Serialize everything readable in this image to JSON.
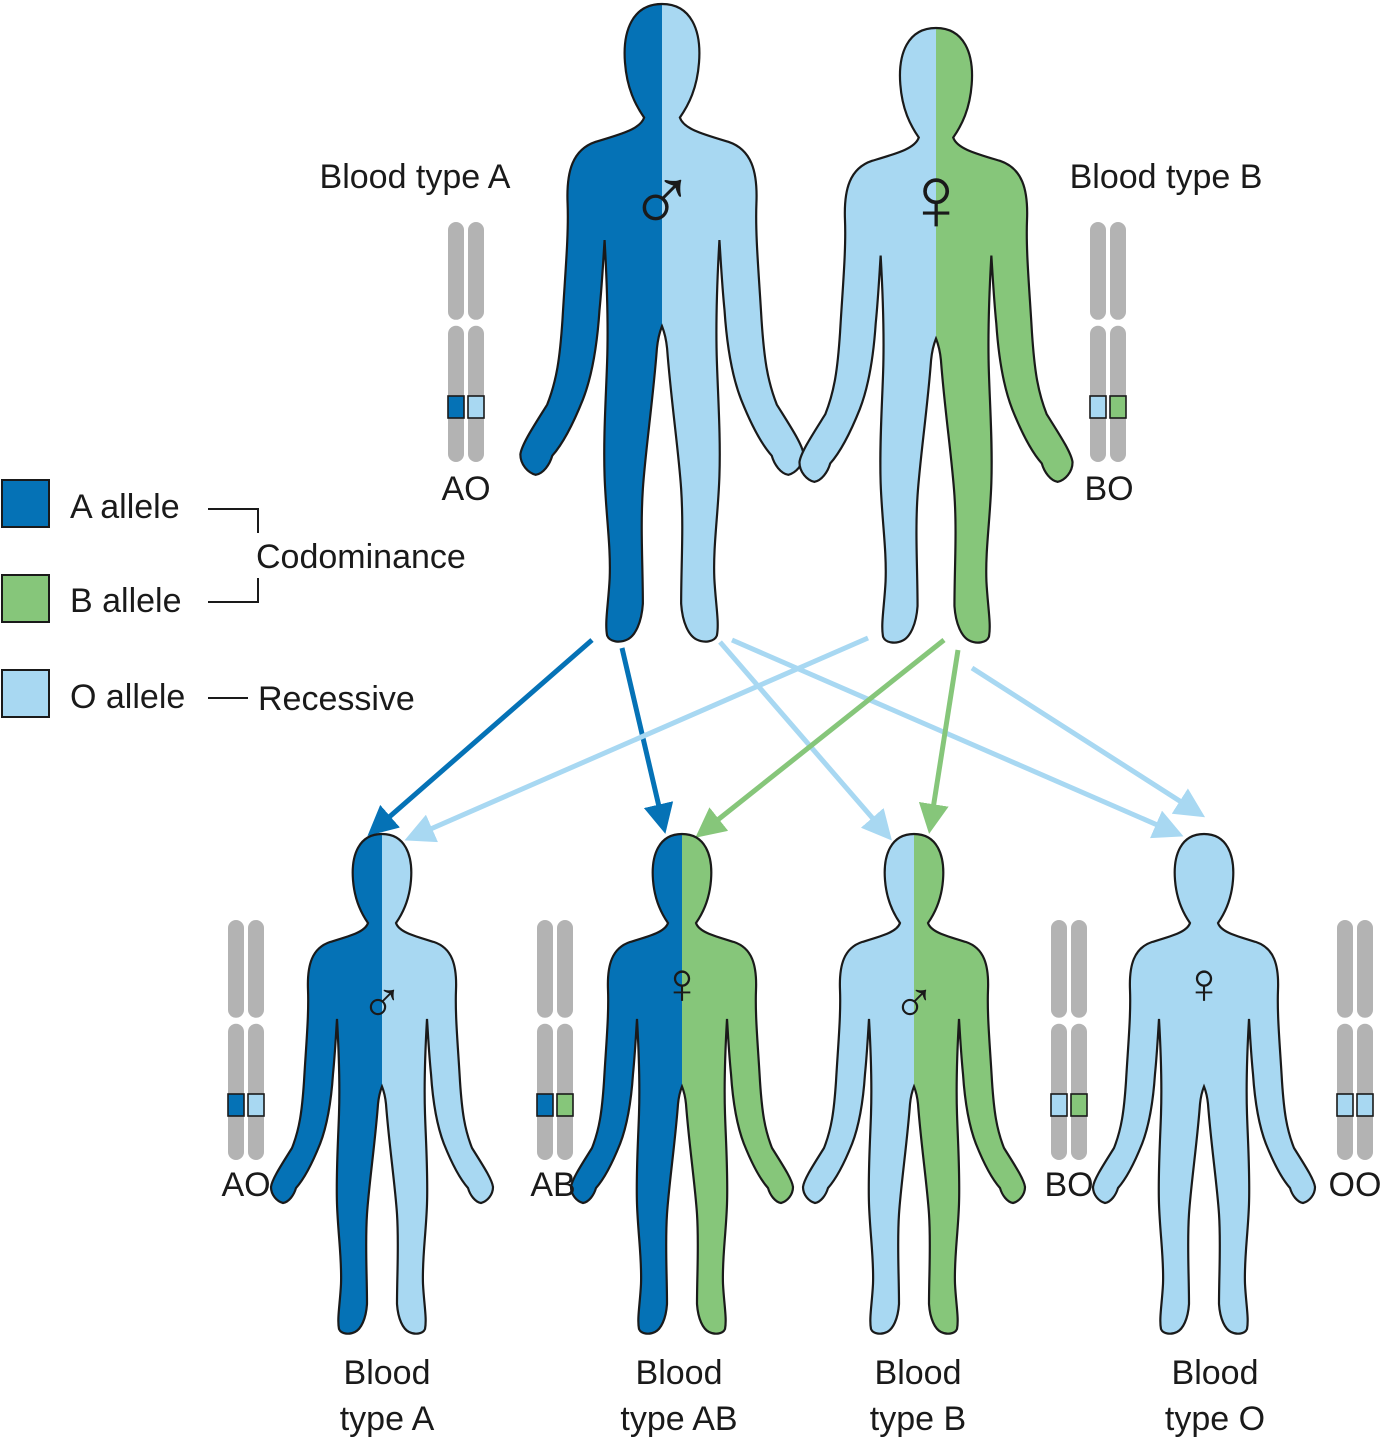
{
  "colors": {
    "a_allele": "#0572b6",
    "b_allele": "#86c67a",
    "o_allele": "#a8d8f2",
    "chromosome": "#b3b3b3",
    "outline": "#1a1a1a"
  },
  "legend": [
    {
      "label": "A allele",
      "allele": "a",
      "swatch_icon": "square-swatch-icon"
    },
    {
      "label": "B allele",
      "allele": "b",
      "swatch_icon": "square-swatch-icon"
    },
    {
      "label": "O allele",
      "allele": "o",
      "swatch_icon": "square-swatch-icon"
    }
  ],
  "legend_groups": {
    "codominance": "Codominance",
    "recessive": "Recessive"
  },
  "parents": [
    {
      "blood_type": "Blood type A",
      "genotype": "AO",
      "sex_symbol": "♂",
      "sex_icon": "male-symbol-icon",
      "alleles": [
        "a",
        "o"
      ]
    },
    {
      "blood_type": "Blood type B",
      "genotype": "BO",
      "sex_symbol": "♀",
      "sex_icon": "female-symbol-icon",
      "alleles": [
        "o",
        "b"
      ]
    }
  ],
  "children": [
    {
      "blood_type_line1": "Blood",
      "blood_type_line2": "type A",
      "genotype": "AO",
      "sex_symbol": "♂",
      "sex_icon": "male-symbol-icon",
      "alleles": [
        "a",
        "o"
      ]
    },
    {
      "blood_type_line1": "Blood",
      "blood_type_line2": "type AB",
      "genotype": "AB",
      "sex_symbol": "♀",
      "sex_icon": "female-symbol-icon",
      "alleles": [
        "a",
        "b"
      ]
    },
    {
      "blood_type_line1": "Blood",
      "blood_type_line2": "type B",
      "genotype": "BO",
      "sex_symbol": "♂",
      "sex_icon": "male-symbol-icon",
      "alleles": [
        "o",
        "b"
      ]
    },
    {
      "blood_type_line1": "Blood",
      "blood_type_line2": "type O",
      "genotype": "OO",
      "sex_symbol": "♀",
      "sex_icon": "female-symbol-icon",
      "alleles": [
        "o",
        "o"
      ]
    }
  ],
  "inheritance_arrows": [
    {
      "from_parent": 0,
      "allele": "a",
      "to_child": 0
    },
    {
      "from_parent": 0,
      "allele": "a",
      "to_child": 1
    },
    {
      "from_parent": 0,
      "allele": "o",
      "to_child": 2
    },
    {
      "from_parent": 0,
      "allele": "o",
      "to_child": 3
    },
    {
      "from_parent": 1,
      "allele": "o",
      "to_child": 0
    },
    {
      "from_parent": 1,
      "allele": "b",
      "to_child": 1
    },
    {
      "from_parent": 1,
      "allele": "b",
      "to_child": 2
    },
    {
      "from_parent": 1,
      "allele": "o",
      "to_child": 3
    }
  ]
}
